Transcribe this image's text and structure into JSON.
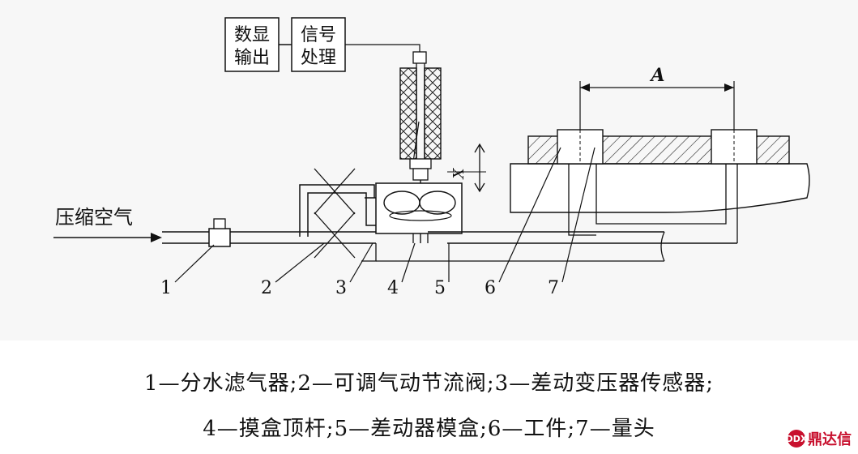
{
  "diagram": {
    "box_display": "数显\n输出",
    "box_signal": "信号\n处理",
    "air_label": "压缩空气",
    "dim_a": "A",
    "dim_x": "X",
    "callouts": [
      "1",
      "2",
      "3",
      "4",
      "5",
      "6",
      "7"
    ]
  },
  "caption": {
    "line1": "1—分水滤气器;2—可调气动节流阀;3—差动变压器传感器;",
    "line2": "4—摸盒顶杆;5—差动器模盒;6—工件;7—量头"
  },
  "watermark": {
    "text": "鼎达信",
    "mark": "DDX",
    "color": "#c8102e"
  }
}
